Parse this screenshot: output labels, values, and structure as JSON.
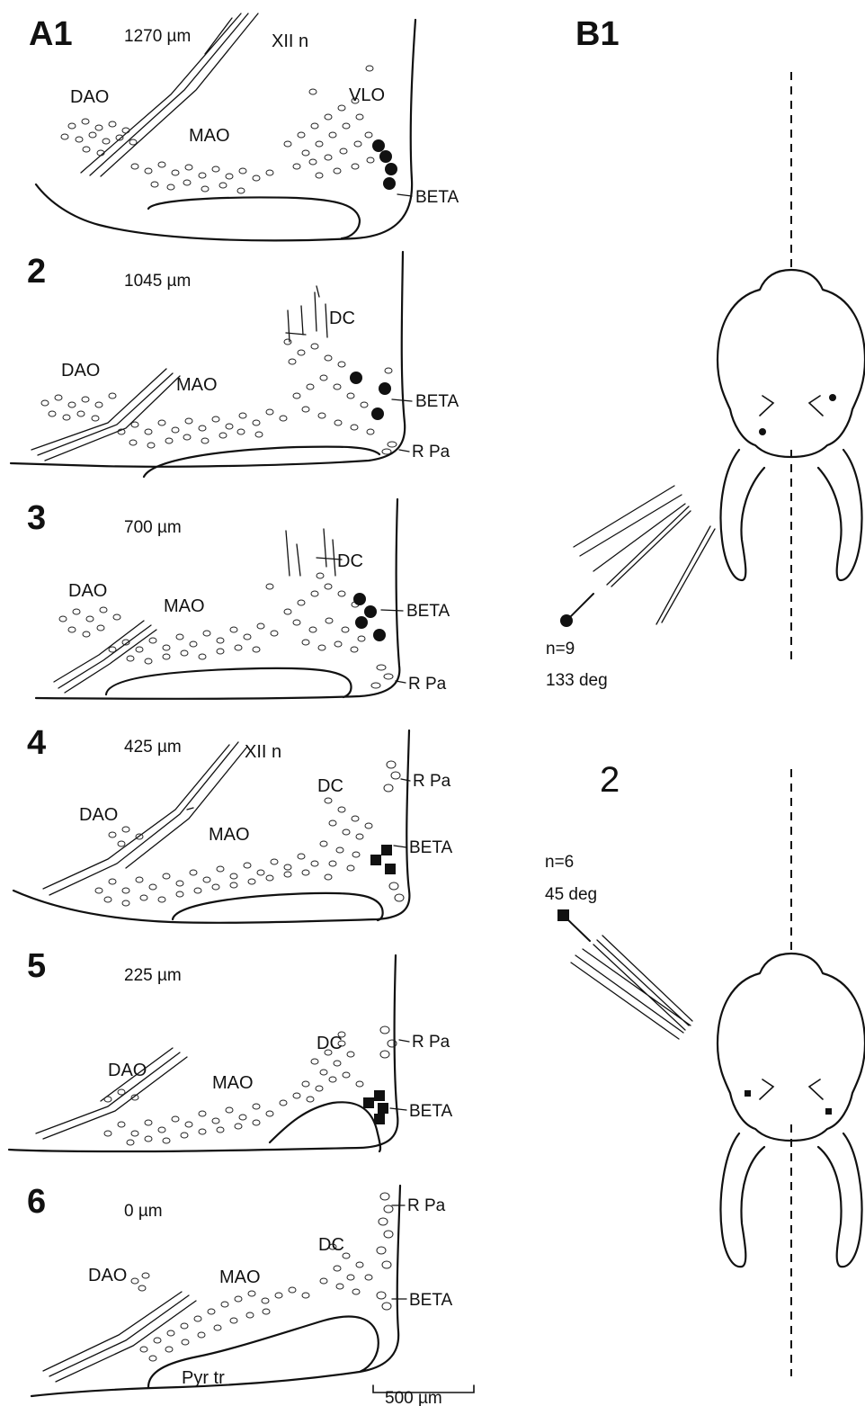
{
  "panel_a": {
    "label": "A1",
    "sections": [
      {
        "number": "",
        "depth": "1270 µm",
        "regions": [
          "DAO",
          "MAO",
          "VLO",
          "XII n"
        ],
        "beta": "BETA",
        "rpa": "",
        "marker": "circle"
      },
      {
        "number": "2",
        "depth": "1045 µm",
        "regions": [
          "DAO",
          "MAO",
          "DC"
        ],
        "beta": "BETA",
        "rpa": "R Pa",
        "marker": "circle"
      },
      {
        "number": "3",
        "depth": "700 µm",
        "regions": [
          "DAO",
          "MAO",
          "DC"
        ],
        "beta": "BETA",
        "rpa": "R Pa",
        "marker": "circle"
      },
      {
        "number": "4",
        "depth": "425 µm",
        "regions": [
          "DAO",
          "MAO",
          "DC",
          "XII n"
        ],
        "beta": "BETA",
        "rpa": "R Pa",
        "marker": "square"
      },
      {
        "number": "5",
        "depth": "225 µm",
        "regions": [
          "DAO",
          "MAO",
          "DC"
        ],
        "beta": "BETA",
        "rpa": "R Pa",
        "marker": "square"
      },
      {
        "number": "6",
        "depth": "0 µm",
        "regions": [
          "DAO",
          "MAO",
          "DC"
        ],
        "beta": "BETA",
        "rpa": "R Pa",
        "marker": "none"
      }
    ],
    "pyr_label": "Pyr tr",
    "scale_bar": "500 µm"
  },
  "panel_b": {
    "label": "B1",
    "figure2_label": "2",
    "top": {
      "n": "n=9",
      "angle": "133 deg",
      "marker": "circle"
    },
    "bottom": {
      "n": "n=6",
      "angle": "45 deg",
      "marker": "square"
    }
  }
}
